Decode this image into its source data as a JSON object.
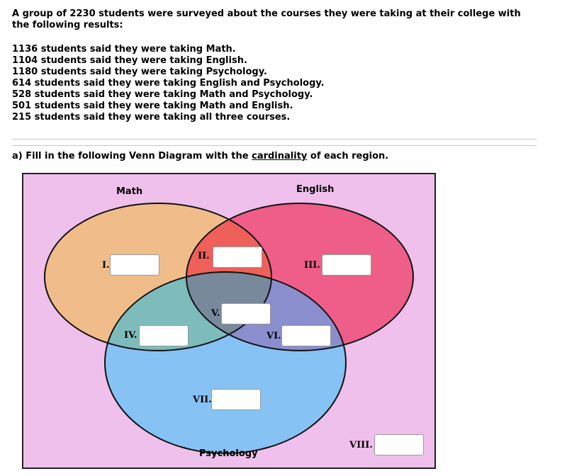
{
  "intro": "A group of 2230 students were surveyed about the courses they were taking at their college with the following results:",
  "facts": [
    "1136 students said they were taking Math.",
    "1104 students said they were taking English.",
    "1180 students said they were taking Psychology.",
    "614 students said they were taking English and Psychology.",
    "528 students said they were taking Math and Psychology.",
    "501 students said they were taking Math and English.",
    "215 students said they were taking all three courses."
  ],
  "question": {
    "prefix": "a) Fill in the following Venn Diagram with the ",
    "term": "cardinality",
    "suffix": " of each region."
  },
  "sets": {
    "math": "Math",
    "english": "English",
    "psychology": "Psychology"
  },
  "colors": {
    "universe": "#efc0ec",
    "math": "#f0bd8a",
    "english": "#ee5e88",
    "psychology": "#86c2f4",
    "math_english": "#ee6059",
    "math_psychology": "#7dbcbb",
    "english_psychology": "#8b8ecd",
    "all_three": "#77899b"
  },
  "regions": [
    {
      "id": "I",
      "label": "I.",
      "value": ""
    },
    {
      "id": "II",
      "label": "II.",
      "value": ""
    },
    {
      "id": "III",
      "label": "III.",
      "value": ""
    },
    {
      "id": "IV",
      "label": "IV.",
      "value": ""
    },
    {
      "id": "V",
      "label": "V.",
      "value": ""
    },
    {
      "id": "VI",
      "label": "VI.",
      "value": ""
    },
    {
      "id": "VII",
      "label": "VII.",
      "value": ""
    },
    {
      "id": "VIII",
      "label": "VIII.",
      "value": ""
    }
  ]
}
